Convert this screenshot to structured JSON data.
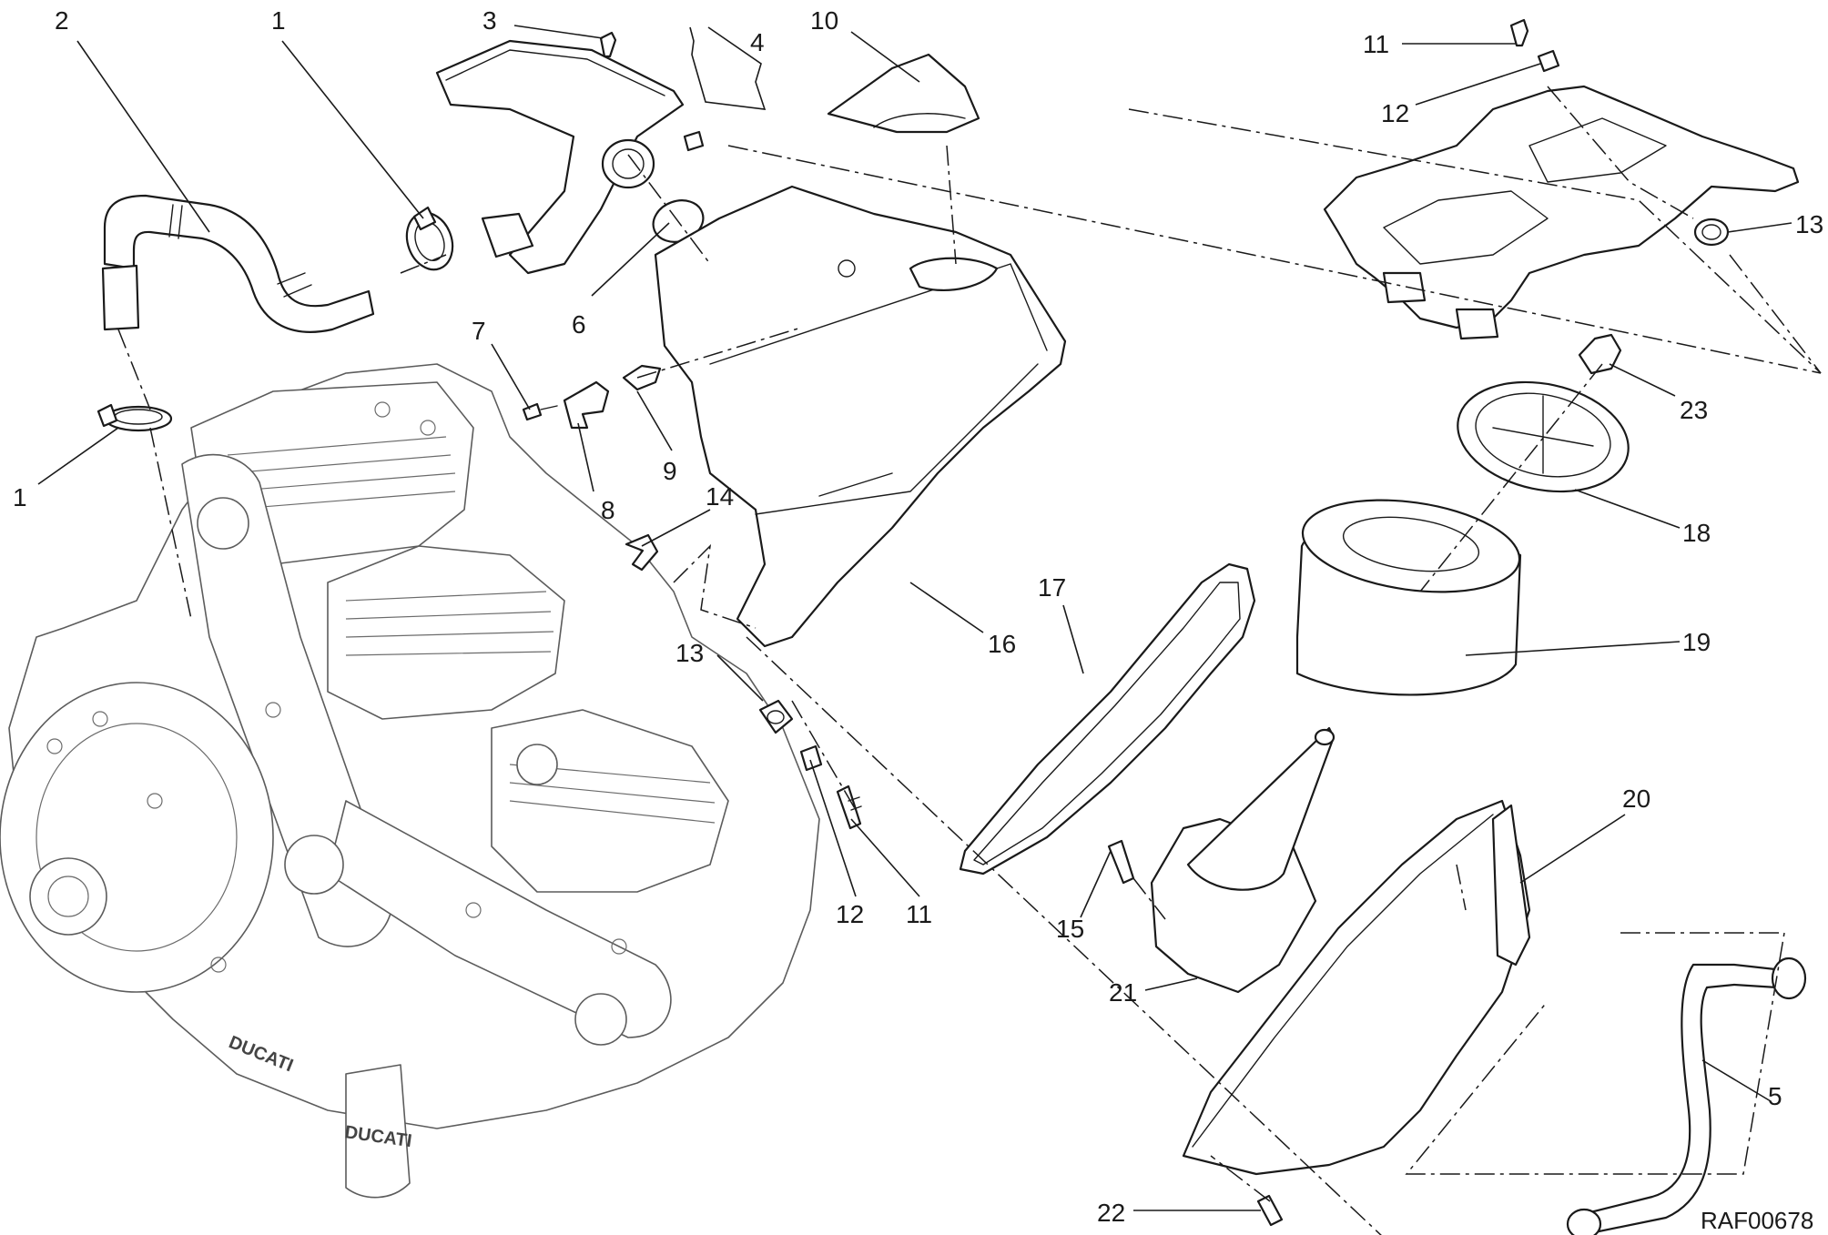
{
  "diagram": {
    "reference_code": "RAF00678",
    "brand_marks": [
      "DUCATI",
      "DUCATI"
    ],
    "callouts": {
      "c1a": "1",
      "c1b": "1",
      "c2": "2",
      "c3": "3",
      "c4": "4",
      "c5": "5",
      "c6": "6",
      "c7": "7",
      "c8": "8",
      "c9": "9",
      "c10": "10",
      "c11a": "11",
      "c11b": "11",
      "c12a": "12",
      "c12b": "12",
      "c13a": "13",
      "c13b": "13",
      "c14": "14",
      "c15": "15",
      "c16": "16",
      "c17": "17",
      "c18": "18",
      "c19": "19",
      "c20": "20",
      "c21": "21",
      "c22": "22",
      "c23": "23"
    }
  }
}
